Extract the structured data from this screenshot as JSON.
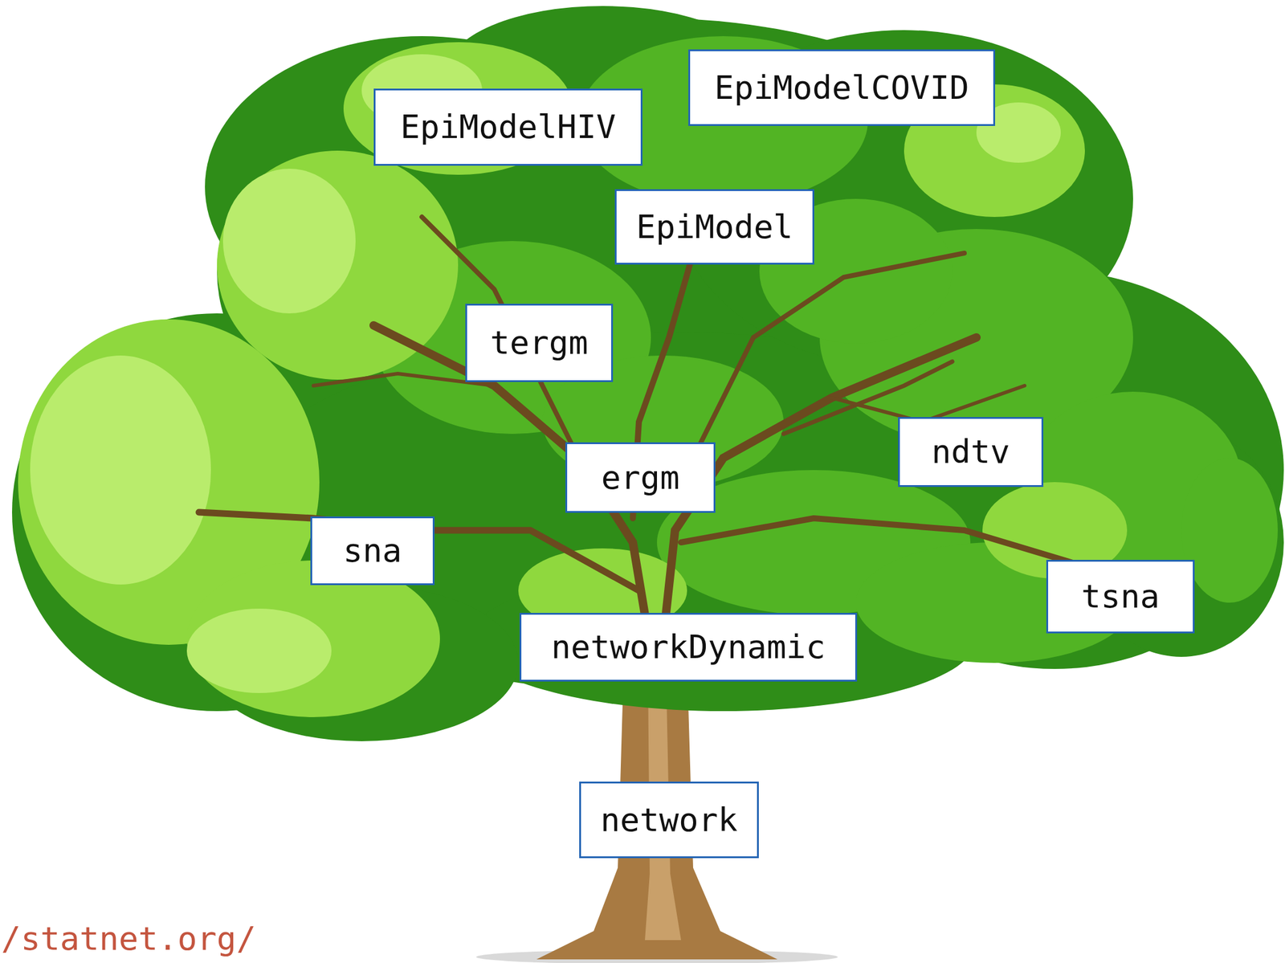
{
  "diagram": {
    "nodes": [
      {
        "text": [
          "EpiModelCOVID"
        ]
      },
      {
        "text": [
          "EpiModelHIV"
        ]
      },
      {
        "text": [
          "EpiModel"
        ]
      },
      {
        "text": [
          "tergm"
        ]
      },
      {
        "text": [
          "ndtv"
        ]
      },
      {
        "text": [
          "ergm"
        ]
      },
      {
        "text": [
          "sna"
        ]
      },
      {
        "text": [
          "tsna"
        ]
      },
      {
        "text": [
          "networkDynamic"
        ]
      },
      {
        "text": [
          "network"
        ]
      }
    ],
    "labels": [
      "/statnet.org/"
    ]
  }
}
